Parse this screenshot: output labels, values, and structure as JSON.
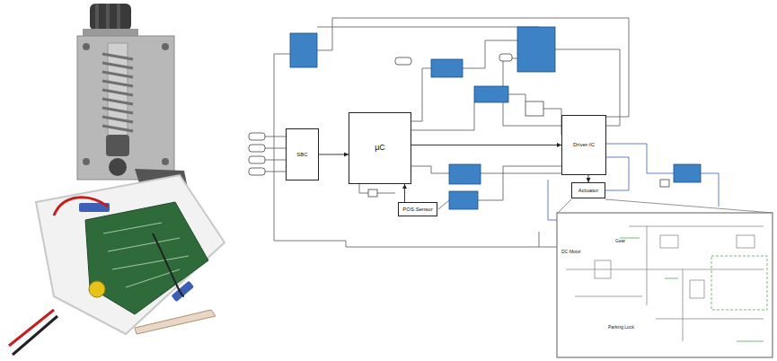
{
  "diagram": {
    "nodes": [
      {
        "text": [
          "SBC"
        ]
      },
      {
        "text": [
          "µC"
        ]
      },
      {
        "text": [
          "POS Sensor"
        ]
      },
      {
        "text": [
          "Driver-IC"
        ]
      },
      {
        "text": [
          "Actuator"
        ]
      }
    ],
    "edges": [
      {
        "from": 0,
        "to": 1,
        "arrow": "to"
      },
      {
        "from": 1,
        "to": 3,
        "arrow": "to"
      },
      {
        "from": 3,
        "to": 4,
        "arrow": "to"
      },
      {
        "from": 2,
        "to": 1,
        "arrow": "to"
      }
    ],
    "labels": [
      "DC-Motor",
      "Gear",
      "Parking Lock"
    ]
  }
}
